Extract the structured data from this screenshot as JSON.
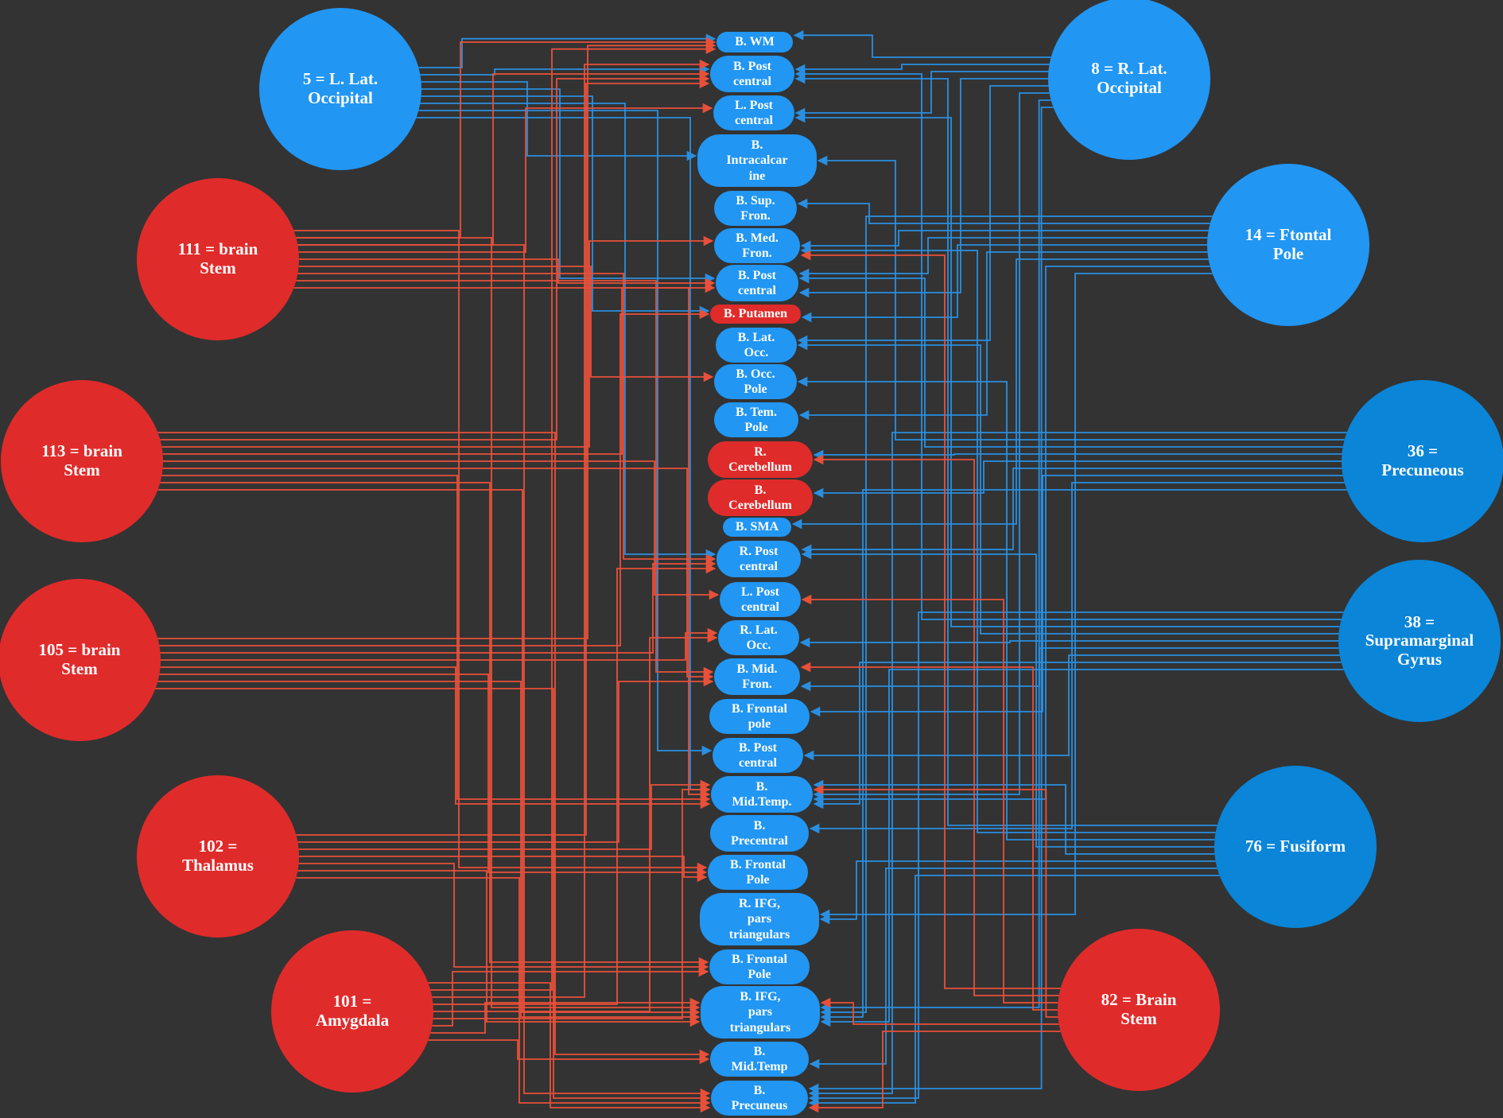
{
  "colors": {
    "background": "#333333",
    "red": "#E02B2B",
    "blue": "#2196F3",
    "blue_dark": "#0A85D8",
    "red_wire": "#E8503A",
    "blue_wire": "#2A8FE0"
  },
  "hubs": [
    {
      "id": "h5",
      "label": "5 = L. Lat.\nOccipital",
      "color": "blue"
    },
    {
      "id": "h111",
      "label": "111 = brain\nStem",
      "color": "red"
    },
    {
      "id": "h113",
      "label": "113 = brain\nStem",
      "color": "red"
    },
    {
      "id": "h105",
      "label": "105 = brain\nStem",
      "color": "red"
    },
    {
      "id": "h102",
      "label": "102 =\nThalamus",
      "color": "red"
    },
    {
      "id": "h101",
      "label": "101 =\nAmygdala",
      "color": "red"
    },
    {
      "id": "h8",
      "label": "8 = R. Lat.\nOccipital",
      "color": "blue"
    },
    {
      "id": "h14",
      "label": "14 = Ftontal\nPole",
      "color": "blue"
    },
    {
      "id": "h36",
      "label": "36 =\nPrecuneous",
      "color": "blue_dark"
    },
    {
      "id": "h38",
      "label": "38 =\nSupramarginal\nGyrus",
      "color": "blue_dark"
    },
    {
      "id": "h76",
      "label": "76 = Fusiform",
      "color": "blue_dark"
    },
    {
      "id": "h82",
      "label": "82 = Brain\nStem",
      "color": "red"
    }
  ],
  "nodes": [
    {
      "id": "n0",
      "label": "B. WM",
      "color": "blue"
    },
    {
      "id": "n1",
      "label": "B. Post\ncentral",
      "color": "blue"
    },
    {
      "id": "n2",
      "label": "L. Post\ncentral",
      "color": "blue"
    },
    {
      "id": "n3",
      "label": "B.\nIntracalcar\nine",
      "color": "blue"
    },
    {
      "id": "n4",
      "label": "B. Sup.\nFron.",
      "color": "blue"
    },
    {
      "id": "n5",
      "label": "B. Med.\nFron.",
      "color": "blue"
    },
    {
      "id": "n6",
      "label": "B. Post\ncentral",
      "color": "blue"
    },
    {
      "id": "n7",
      "label": "B. Putamen",
      "color": "red"
    },
    {
      "id": "n8",
      "label": "B. Lat.\nOcc.",
      "color": "blue"
    },
    {
      "id": "n9",
      "label": "B. Occ.\nPole",
      "color": "blue"
    },
    {
      "id": "n10",
      "label": "B. Tem.\nPole",
      "color": "blue"
    },
    {
      "id": "n11",
      "label": "R.\nCerebellum",
      "color": "red"
    },
    {
      "id": "n12",
      "label": "B.\nCerebellum",
      "color": "red"
    },
    {
      "id": "n13",
      "label": "B. SMA",
      "color": "blue"
    },
    {
      "id": "n14",
      "label": "R. Post\ncentral",
      "color": "blue"
    },
    {
      "id": "n15",
      "label": "L. Post\ncentral",
      "color": "blue"
    },
    {
      "id": "n16",
      "label": "R. Lat.\nOcc.",
      "color": "blue"
    },
    {
      "id": "n17",
      "label": "B. Mid.\nFron.",
      "color": "blue"
    },
    {
      "id": "n18",
      "label": "B. Frontal\npole",
      "color": "blue"
    },
    {
      "id": "n19",
      "label": "B. Post\ncentral",
      "color": "blue"
    },
    {
      "id": "n20",
      "label": "B.\nMid.Temp.",
      "color": "blue"
    },
    {
      "id": "n21",
      "label": "B.\nPrecentral",
      "color": "blue"
    },
    {
      "id": "n22",
      "label": "B. Frontal\nPole",
      "color": "blue"
    },
    {
      "id": "n23",
      "label": "R. IFG,\npars\ntriangulars",
      "color": "blue"
    },
    {
      "id": "n24",
      "label": "B. Frontal\nPole",
      "color": "blue"
    },
    {
      "id": "n25",
      "label": "B. IFG,\npars\ntriangulars",
      "color": "blue"
    },
    {
      "id": "n26",
      "label": "B.\nMid.Temp",
      "color": "blue"
    },
    {
      "id": "n27",
      "label": "B.\nPrecuneus",
      "color": "blue"
    }
  ],
  "edges": [
    [
      "h5",
      0
    ],
    [
      "h5",
      1
    ],
    [
      "h5",
      3
    ],
    [
      "h5",
      6
    ],
    [
      "h5",
      7
    ],
    [
      "h5",
      14
    ],
    [
      "h5",
      19
    ],
    [
      "h5",
      20
    ],
    [
      "h111",
      0
    ],
    [
      "h111",
      1
    ],
    [
      "h111",
      2
    ],
    [
      "h111",
      6
    ],
    [
      "h111",
      9
    ],
    [
      "h111",
      14
    ],
    [
      "h111",
      17
    ],
    [
      "h111",
      20
    ],
    [
      "h111",
      22
    ],
    [
      "h111",
      25
    ],
    [
      "h111",
      27
    ],
    [
      "h113",
      1
    ],
    [
      "h113",
      5
    ],
    [
      "h113",
      6
    ],
    [
      "h113",
      15
    ],
    [
      "h113",
      17
    ],
    [
      "h113",
      20
    ],
    [
      "h113",
      24
    ],
    [
      "h113",
      25
    ],
    [
      "h113",
      26
    ],
    [
      "h105",
      0
    ],
    [
      "h105",
      7
    ],
    [
      "h105",
      14
    ],
    [
      "h105",
      16
    ],
    [
      "h105",
      20
    ],
    [
      "h105",
      22
    ],
    [
      "h105",
      25
    ],
    [
      "h105",
      27
    ],
    [
      "h102",
      1
    ],
    [
      "h102",
      17
    ],
    [
      "h102",
      20
    ],
    [
      "h102",
      22
    ],
    [
      "h102",
      24
    ],
    [
      "h102",
      25
    ],
    [
      "h102",
      27
    ],
    [
      "h101",
      0
    ],
    [
      "h101",
      1
    ],
    [
      "h101",
      14
    ],
    [
      "h101",
      16
    ],
    [
      "h101",
      20
    ],
    [
      "h101",
      24
    ],
    [
      "h101",
      25
    ],
    [
      "h101",
      26
    ],
    [
      "h101",
      27
    ],
    [
      "h8",
      0
    ],
    [
      "h8",
      1
    ],
    [
      "h8",
      2
    ],
    [
      "h8",
      6
    ],
    [
      "h8",
      8
    ],
    [
      "h8",
      20
    ],
    [
      "h8",
      25
    ],
    [
      "h8",
      27
    ],
    [
      "h14",
      4
    ],
    [
      "h14",
      5
    ],
    [
      "h14",
      6
    ],
    [
      "h14",
      7
    ],
    [
      "h14",
      10
    ],
    [
      "h14",
      13
    ],
    [
      "h14",
      20
    ],
    [
      "h14",
      23
    ],
    [
      "h14",
      25
    ],
    [
      "h36",
      3
    ],
    [
      "h36",
      6
    ],
    [
      "h36",
      11
    ],
    [
      "h36",
      12
    ],
    [
      "h36",
      14
    ],
    [
      "h36",
      18
    ],
    [
      "h36",
      21
    ],
    [
      "h36",
      25
    ],
    [
      "h36",
      27
    ],
    [
      "h38",
      1
    ],
    [
      "h38",
      2
    ],
    [
      "h38",
      8
    ],
    [
      "h38",
      16
    ],
    [
      "h38",
      17
    ],
    [
      "h38",
      19
    ],
    [
      "h38",
      20
    ],
    [
      "h38",
      25
    ],
    [
      "h38",
      27
    ],
    [
      "h76",
      1
    ],
    [
      "h76",
      5
    ],
    [
      "h76",
      9
    ],
    [
      "h76",
      14
    ],
    [
      "h76",
      20
    ],
    [
      "h76",
      23
    ],
    [
      "h76",
      26
    ],
    [
      "h76",
      27
    ],
    [
      "h82",
      5
    ],
    [
      "h82",
      11
    ],
    [
      "h82",
      15
    ],
    [
      "h82",
      17
    ],
    [
      "h82",
      20
    ],
    [
      "h82",
      25
    ],
    [
      "h82",
      27
    ]
  ]
}
